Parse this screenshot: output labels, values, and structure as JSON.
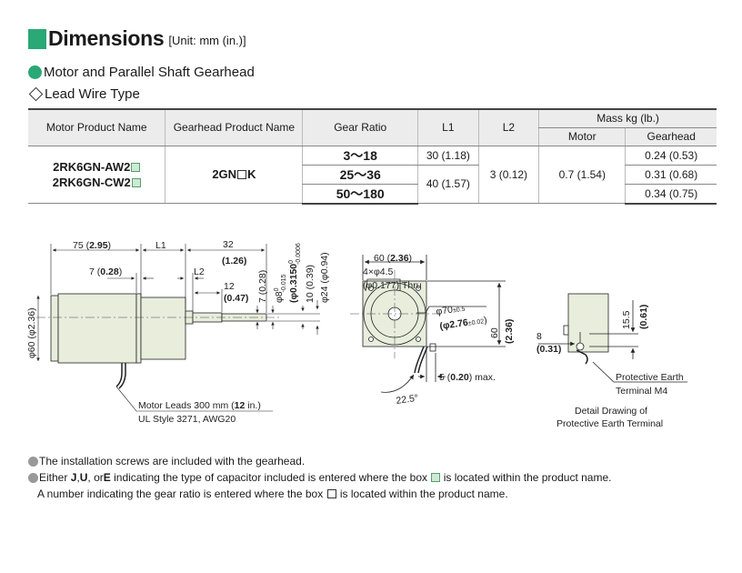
{
  "header": {
    "title": "Dimensions",
    "unit": "[Unit: mm (in.)]"
  },
  "section": {
    "heading": "Motor and Parallel Shaft Gearhead",
    "subheading": "Lead Wire Type"
  },
  "table": {
    "headers": {
      "motor_product": "Motor Product Name",
      "gearhead_product": "Gearhead Product Name",
      "gear_ratio": "Gear Ratio",
      "l1": "L1",
      "l2": "L2",
      "mass": "Mass kg (lb.)",
      "mass_motor": "Motor",
      "mass_gearhead": "Gearhead"
    },
    "motor_names": [
      "2RK6GN-AW2",
      "2RK6GN-CW2"
    ],
    "gearhead_name_prefix": "2GN",
    "gearhead_name_suffix": "K",
    "ratios": [
      "3～18",
      "25～36",
      "50～180"
    ],
    "l1_values": [
      "30 (1.18)",
      "40 (1.57)"
    ],
    "l2_value": "3 (0.12)",
    "motor_mass": "0.7 (1.54)",
    "gearhead_mass": [
      "0.24 (0.53)",
      "0.31 (0.68)",
      "0.34 (0.75)"
    ]
  },
  "drawing": {
    "d75": "75 (",
    "d75b": "2.95",
    "close": ")",
    "dL1": "L1",
    "dL2": "L2",
    "d32": "32",
    "d32b": "(1.26)",
    "d7": "7 (",
    "d7b": "0.28",
    "d12": "12",
    "d12b": "(0.47)",
    "d7v": "7 (0.28)",
    "d8": "φ8",
    "d8tol": "-0.015",
    "d8tol0": "0",
    "d3150": "(φ0.3150",
    "d3150tol": "-0.0006",
    "d3150tol0": "0",
    "d10": "10 (0.39)",
    "d24": "φ24 (φ0.94)",
    "d60v": "φ60 (φ2.36)",
    "motor_leads_1": "Motor Leads 300 mm (",
    "motor_leads_b": "12",
    "motor_leads_2": " in.)",
    "ul_style": "UL Style 3271, AWG20",
    "d60top": "60 (",
    "d60topb": "2.36",
    "holes": "4×φ4.5",
    "holes2": "(φ0.177) Thru",
    "d70": "φ70",
    "d70tol": "±0.5",
    "d276": "(φ2.76",
    "d276tol": "±0.02",
    "d60r": "60",
    "d60rb": "(2.36)",
    "d5": "5 (",
    "d5b": "0.20",
    "d5c": ") max.",
    "angle": "22.5°",
    "d155": "15.5",
    "d155b": "(0.61)",
    "d8r": "8",
    "d031": "(0.31)",
    "pe1": "Protective Earth",
    "pe2": "Terminal M4",
    "detail1": "Detail Drawing of",
    "detail2": "Protective Earth Terminal"
  },
  "notes": {
    "n1": "The installation screws are included with the gearhead.",
    "n2a": "Either ",
    "n2J": "J",
    "n2sep1": ", ",
    "n2U": "U",
    "n2sep2": ", or ",
    "n2E": "E",
    "n2b": " indicating the type of capacitor included is entered where the box ",
    "n2c": " is located within the product name.",
    "n3a": "A number indicating the gear ratio is entered where the box ",
    "n3b": " is located within the product name."
  },
  "colors": {
    "accent": "#2aa876",
    "header_bg": "#ececec",
    "drawing_fill": "#e8eddc"
  }
}
